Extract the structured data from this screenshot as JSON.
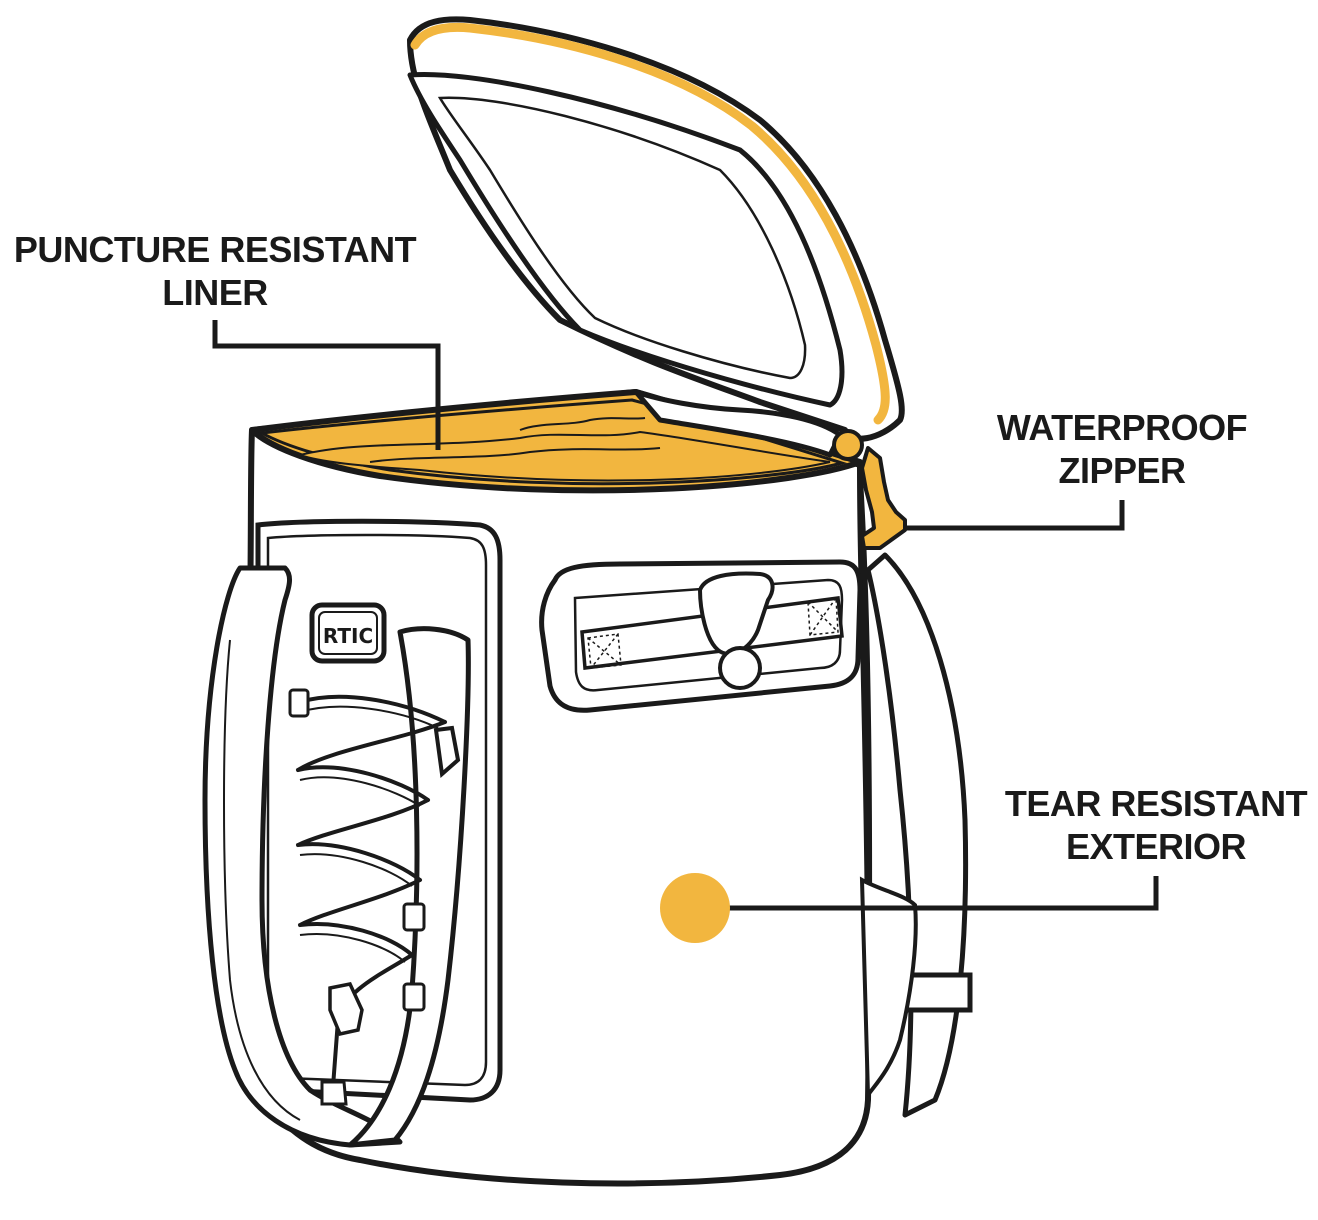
{
  "brand": {
    "logo_text": "RTIC"
  },
  "colors": {
    "accent": "#F2B63F",
    "outline": "#1a1a1a",
    "body_fill": "#ffffff"
  },
  "callouts": [
    {
      "id": "liner",
      "lines": [
        "PUNCTURE RESISTANT",
        "LINER"
      ]
    },
    {
      "id": "zipper",
      "lines": [
        "WATERPROOF",
        "ZIPPER"
      ]
    },
    {
      "id": "exterior",
      "lines": [
        "TEAR RESISTANT",
        "EXTERIOR"
      ]
    }
  ]
}
